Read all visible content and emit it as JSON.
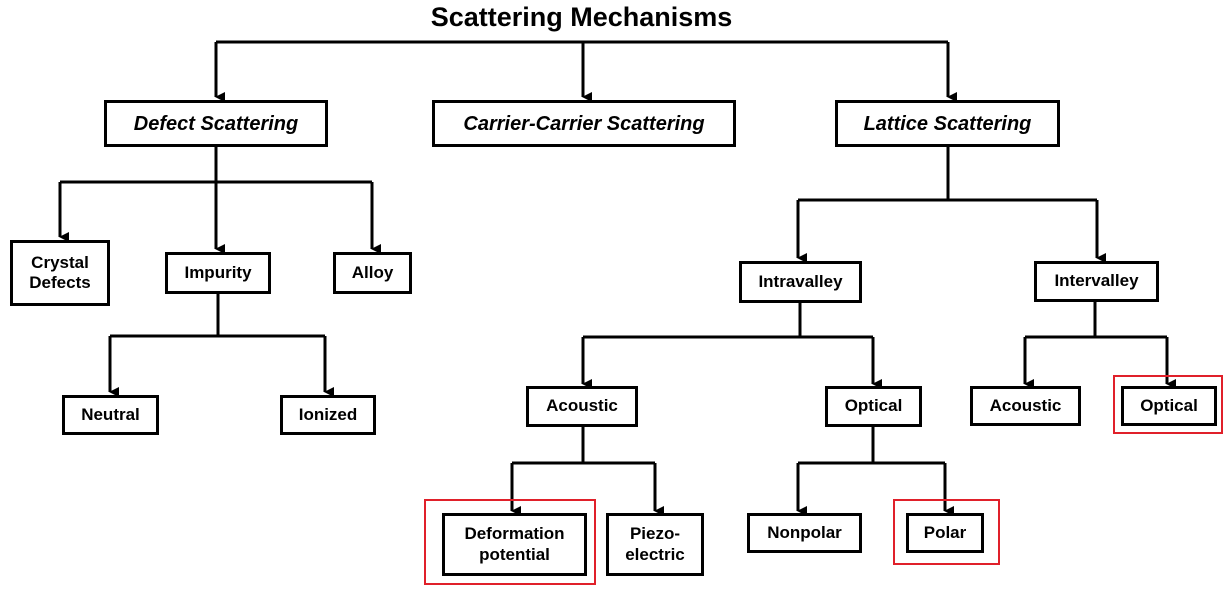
{
  "title": "Scattering Mechanisms",
  "nodes": {
    "defect": "Defect  Scattering",
    "carrier": "Carrier-Carrier Scattering",
    "lattice": "Lattice Scattering",
    "crystal": "Crystal\nDefects",
    "impurity": "Impurity",
    "alloy": "Alloy",
    "neutral": "Neutral",
    "ionized": "Ionized",
    "intravalley": "Intravalley",
    "intervalley": "Intervalley",
    "intra_acoustic": "Acoustic",
    "intra_optical": "Optical",
    "inter_acoustic": "Acoustic",
    "inter_optical": "Optical",
    "deformation": "Deformation\npotential",
    "piezo": "Piezo-\nelectric",
    "nonpolar": "Nonpolar",
    "polar": "Polar"
  },
  "colors": {
    "line": "#000000",
    "highlight": "#e0202a"
  }
}
